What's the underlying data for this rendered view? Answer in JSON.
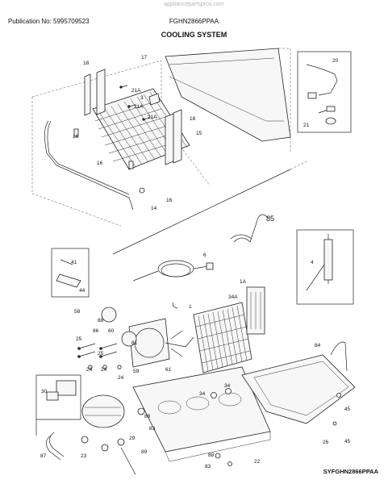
{
  "header": {
    "watermark": "appliancepartspros.com",
    "publication": "Publication No: 5995709523",
    "model": "FGHN2866PPAA",
    "section_title": "COOLING SYSTEM"
  },
  "footer": {
    "code": "SYFGHN2866PPAA"
  },
  "callouts": {
    "c1": "1",
    "c1A": "1A",
    "c3": "3",
    "c4": "4",
    "c6": "6",
    "c14": "14",
    "c15": "15",
    "c16": "16",
    "c17": "17",
    "c18": "18",
    "c20": "20",
    "c21": "21",
    "c21A": "21A",
    "c22": "22",
    "c23": "23",
    "c24": "24",
    "c25": "25",
    "c26": "26",
    "c29": "29",
    "c30": "30",
    "c34": "34",
    "c34A": "34A",
    "c41": "41",
    "c44": "44",
    "c45": "45",
    "c58": "58",
    "c59": "59",
    "c60": "60",
    "c61": "61",
    "c81": "81",
    "c83": "83",
    "c84": "84",
    "c85": "85",
    "c86": "86",
    "c87": "87",
    "c88": "88",
    "c89": "89"
  }
}
